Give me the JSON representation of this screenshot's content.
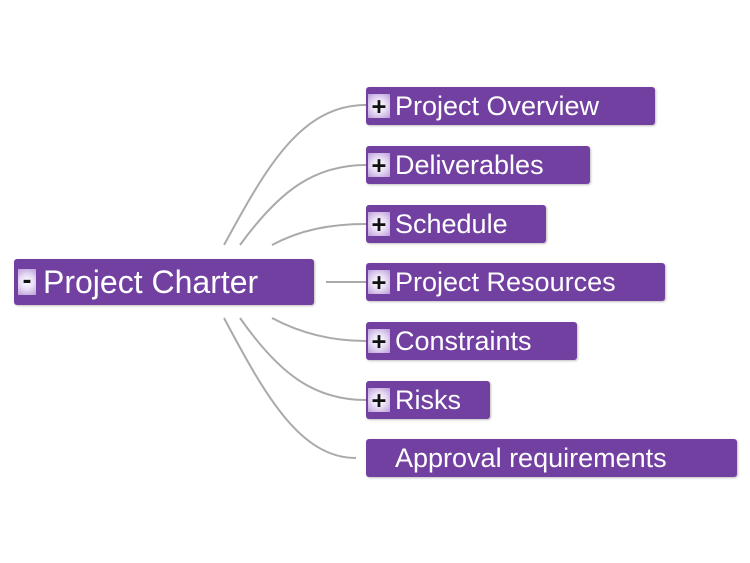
{
  "root": {
    "label": "Project Charter",
    "toggle": "-"
  },
  "children": [
    {
      "label": "Project Overview",
      "toggle": "+"
    },
    {
      "label": "Deliverables",
      "toggle": "+"
    },
    {
      "label": "Schedule",
      "toggle": "+"
    },
    {
      "label": "Project Resources",
      "toggle": "+"
    },
    {
      "label": "Constraints",
      "toggle": "+"
    },
    {
      "label": "Risks",
      "toggle": "+"
    },
    {
      "label": "Approval requirements",
      "toggle": ""
    }
  ],
  "colors": {
    "node_fill": "#7240a0",
    "node_text": "#ffffff",
    "connector": "#aaaaaa"
  }
}
